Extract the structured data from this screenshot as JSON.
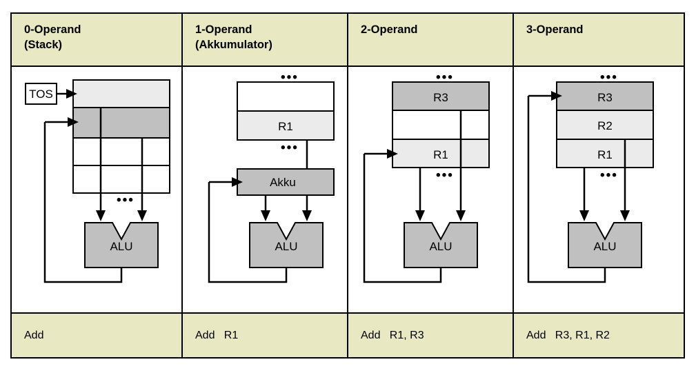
{
  "diagram": {
    "title_absent": true,
    "columns": [
      {
        "header_line1": "0-Operand",
        "header_line2": "(Stack)",
        "instruction": "Add",
        "pointer_label": "TOS",
        "ellipsis_top": "",
        "ellipsis_mid": "•••",
        "alu_label": "ALU",
        "memory_cells": [
          {
            "label": "",
            "shade": "light"
          },
          {
            "label": "",
            "shade": "dark"
          },
          {
            "label": "",
            "shade": "white"
          },
          {
            "label": "",
            "shade": "white"
          }
        ]
      },
      {
        "header_line1": "1-Operand",
        "header_line2": "(Akkumulator)",
        "instruction": "Add   R1",
        "pointer_label": "",
        "ellipsis_top": "•••",
        "ellipsis_mid": "•••",
        "alu_label": "ALU",
        "accumulator_label": "Akku",
        "memory_cells": [
          {
            "label": "",
            "shade": "white"
          },
          {
            "label": "R1",
            "shade": "light"
          }
        ]
      },
      {
        "header_line1": "2-Operand",
        "header_line2": "",
        "instruction": "Add   R1, R3",
        "pointer_label": "",
        "ellipsis_top": "•••",
        "ellipsis_mid": "•••",
        "alu_label": "ALU",
        "memory_cells": [
          {
            "label": "R3",
            "shade": "dark"
          },
          {
            "label": "",
            "shade": "white"
          },
          {
            "label": "R1",
            "shade": "light"
          }
        ]
      },
      {
        "header_line1": "3-Operand",
        "header_line2": "",
        "instruction": "Add   R3, R1, R2",
        "pointer_label": "",
        "ellipsis_top": "•••",
        "ellipsis_mid": "•••",
        "alu_label": "ALU",
        "memory_cells": [
          {
            "label": "R3",
            "shade": "dark"
          },
          {
            "label": "R2",
            "shade": "light"
          },
          {
            "label": "R1",
            "shade": "light"
          }
        ]
      }
    ],
    "colors": {
      "header_background": "#e8e8c3",
      "shade_dark": "#c0c0c0",
      "shade_light": "#ebebeb",
      "shade_white": "#ffffff",
      "alu_fill": "#c0c0c0",
      "stroke": "#000000",
      "page_background": "#ffffff"
    }
  }
}
